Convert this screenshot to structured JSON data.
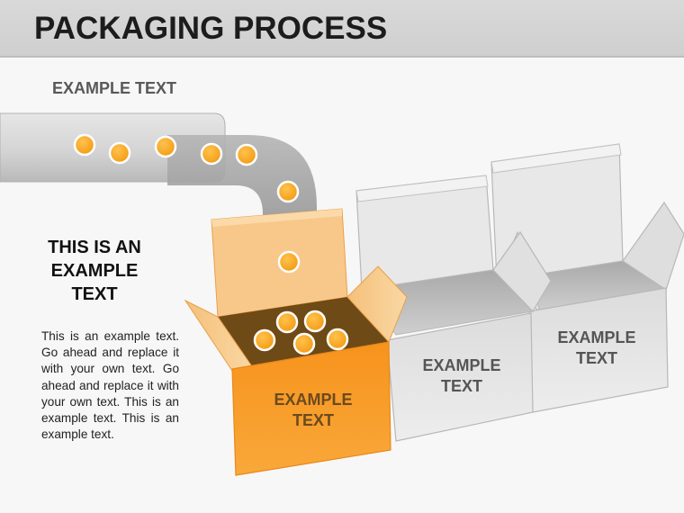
{
  "title": "PACKAGING PROCESS",
  "top_label": "EXAMPLE TEXT",
  "heading": "THIS IS AN EXAMPLE TEXT",
  "body": "This is an example text. Go ahead and replace it with your own text. Go ahead and replace it with your own text. This is an example text. This is an example text.",
  "boxes": [
    {
      "line1": "EXAMPLE",
      "line2": "TEXT"
    },
    {
      "line1": "EXAMPLE",
      "line2": "TEXT"
    },
    {
      "line1": "EXAMPLE",
      "line2": "TEXT"
    }
  ],
  "colors": {
    "accent": "#f7941d",
    "ball": "#f7a51f",
    "box_gray": "#e6e6e6",
    "arrow_gray": "#8c8c8c"
  }
}
